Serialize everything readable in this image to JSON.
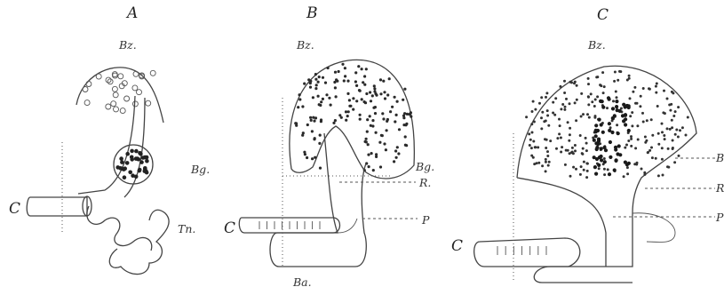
{
  "panels": [
    {
      "id": "A",
      "title": "A",
      "labels": {
        "top": "Bz.",
        "ganglion": "Bg.",
        "lower": "Tn.",
        "left": "C"
      }
    },
    {
      "id": "B",
      "title": "B",
      "labels": {
        "top": "Bz.",
        "ganglion": "Bg.",
        "r": "R.",
        "p": "P",
        "left": "C",
        "bottom": "Ba."
      }
    },
    {
      "id": "C",
      "title": "C",
      "labels": {
        "top": "Bz.",
        "b": "B",
        "r": "R",
        "p": "P",
        "left": "C"
      }
    }
  ]
}
